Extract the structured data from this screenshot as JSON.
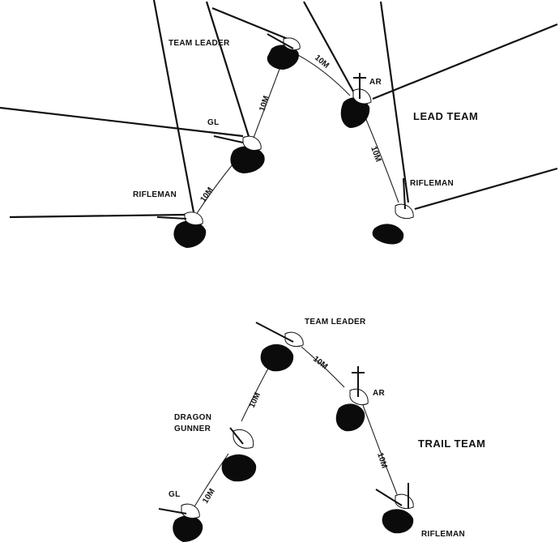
{
  "lead_team": {
    "name": "LEAD TEAM",
    "team_leader": "TEAM LEADER",
    "ar": "AR",
    "gl": "GL",
    "rifleman_left": "RIFLEMAN",
    "rifleman_right": "RIFLEMAN",
    "spacings": [
      "10M",
      "10M",
      "10M",
      "10M"
    ]
  },
  "trail_team": {
    "name": "TRAIL TEAM",
    "team_leader": "TEAM LEADER",
    "ar": "AR",
    "dragon_gunner_line1": "DRAGON",
    "dragon_gunner_line2": "GUNNER",
    "gl": "GL",
    "rifleman": "RIFLEMAN",
    "spacings": [
      "10M",
      "10M",
      "10M",
      "10M"
    ]
  }
}
